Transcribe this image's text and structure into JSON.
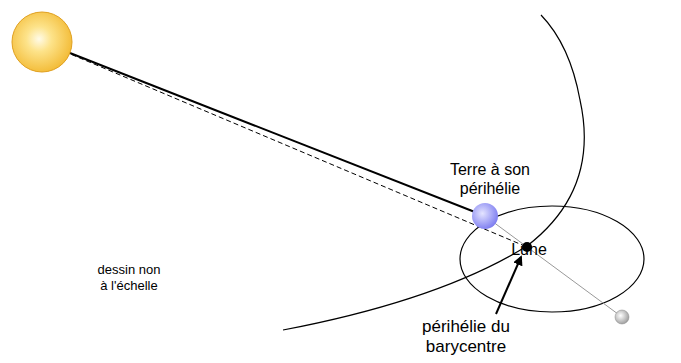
{
  "diagram": {
    "labels": [
      "Terre à son périhélie",
      "Lune",
      "dessin non à l'échelle",
      "périhélie du barycentre"
    ]
  }
}
